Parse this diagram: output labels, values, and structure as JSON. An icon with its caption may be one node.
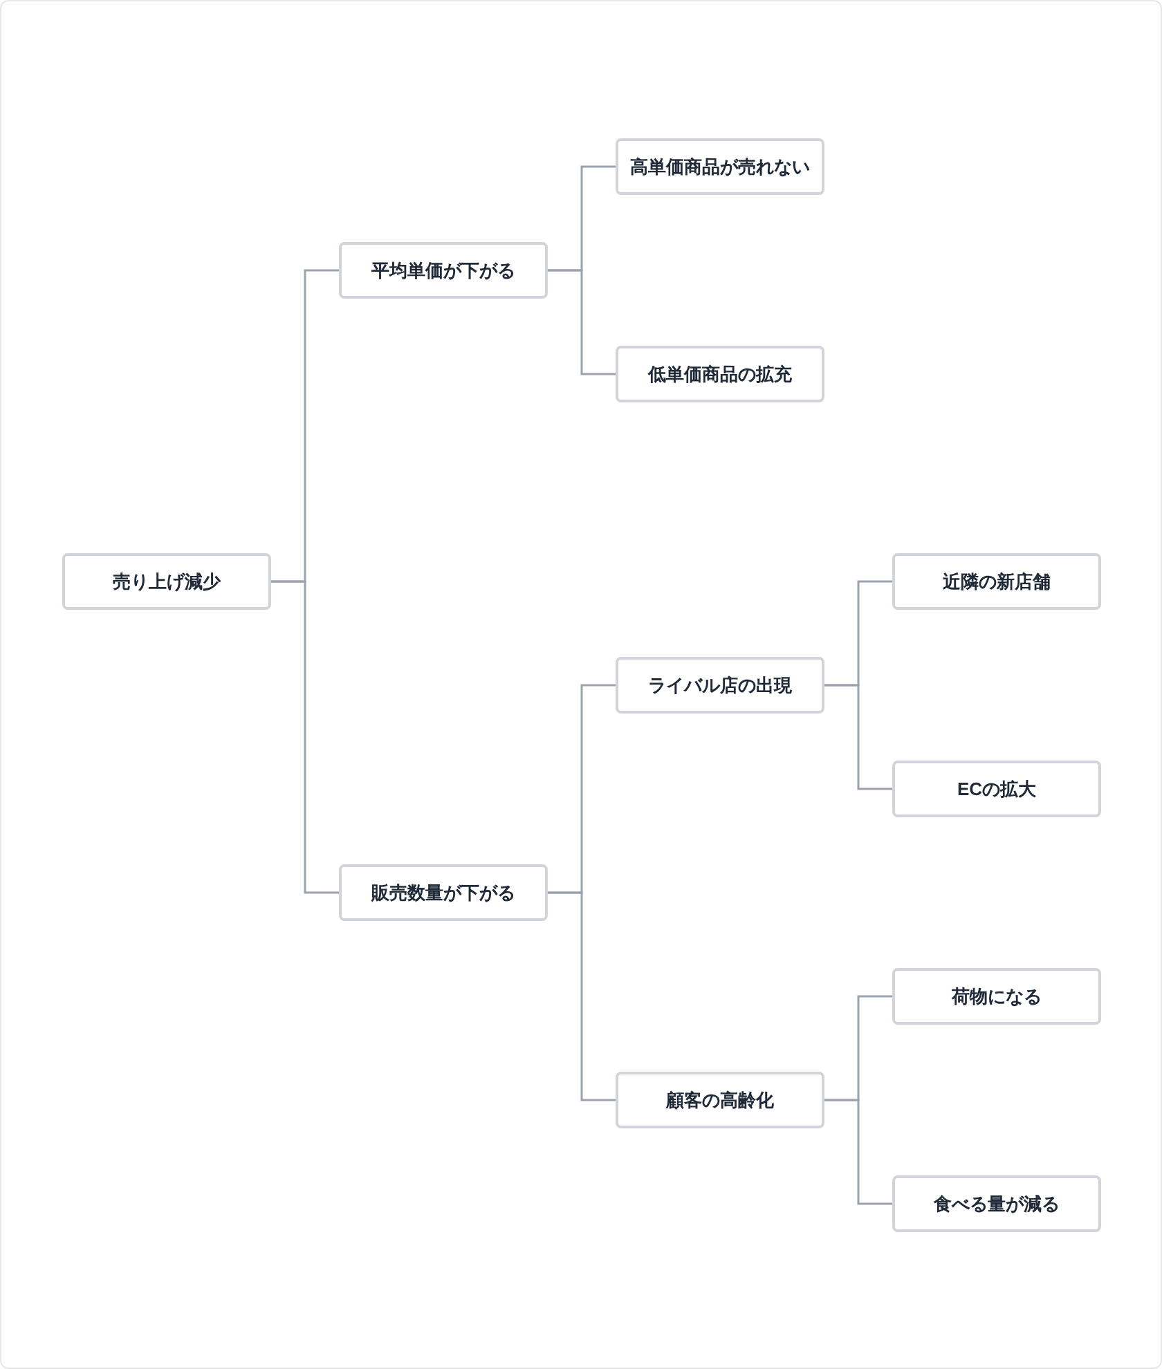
{
  "diagram": {
    "nodes": [
      {
        "text": [
          "売り上げ減少"
        ]
      },
      {
        "text": [
          "平均単価が下がる"
        ]
      },
      {
        "text": [
          "高単価商品が売れない"
        ]
      },
      {
        "text": [
          "低単価商品の拡充"
        ]
      },
      {
        "text": [
          "販売数量が下がる"
        ]
      },
      {
        "text": [
          "ライバル店の出現"
        ]
      },
      {
        "text": [
          "近隣の新店舗"
        ]
      },
      {
        "text": [
          "ECの拡大"
        ]
      },
      {
        "text": [
          "顧客の高齢化"
        ]
      },
      {
        "text": [
          "荷物になる"
        ]
      },
      {
        "text": [
          "食べる量が減る"
        ]
      }
    ],
    "edges": [
      {
        "from": 0,
        "to": 1,
        "arrow": "none"
      },
      {
        "from": 0,
        "to": 4,
        "arrow": "none"
      },
      {
        "from": 1,
        "to": 2,
        "arrow": "none"
      },
      {
        "from": 1,
        "to": 3,
        "arrow": "none"
      },
      {
        "from": 4,
        "to": 5,
        "arrow": "none"
      },
      {
        "from": 4,
        "to": 8,
        "arrow": "none"
      },
      {
        "from": 5,
        "to": 6,
        "arrow": "none"
      },
      {
        "from": 5,
        "to": 7,
        "arrow": "none"
      },
      {
        "from": 8,
        "to": 9,
        "arrow": "none"
      },
      {
        "from": 8,
        "to": 10,
        "arrow": "none"
      }
    ]
  }
}
